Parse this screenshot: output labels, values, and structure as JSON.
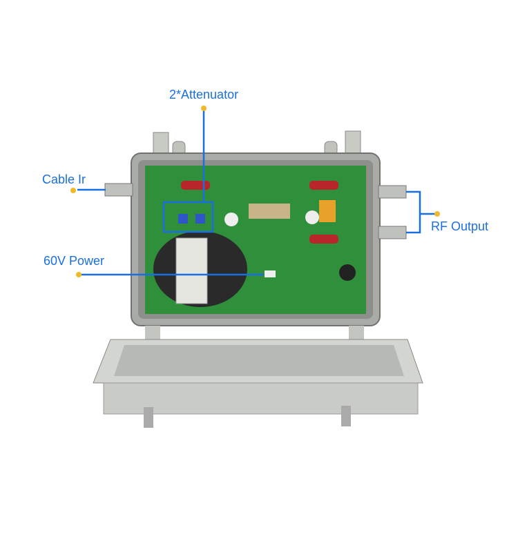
{
  "annotations": {
    "attenuator": "2*Attenuator",
    "cable_in": "Cable Ir",
    "power": "60V Power",
    "rf_output": "RF Output"
  },
  "colors": {
    "label_text": "#1a6fe0",
    "callout_line": "#1a6fe0",
    "callout_dot": "#f0b92a",
    "pcb": "#2f8f3a",
    "enclosure": "#b9bcb6"
  }
}
